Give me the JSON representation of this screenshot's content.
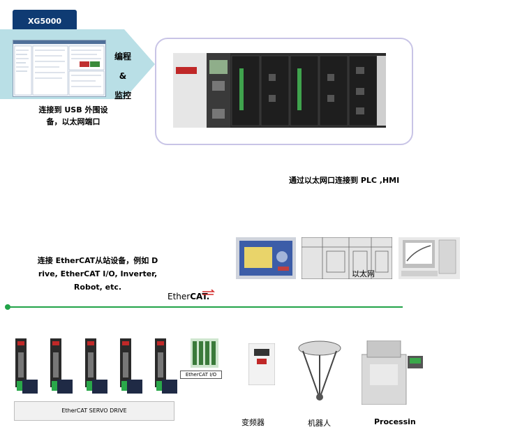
{
  "software": {
    "name": "XG5000"
  },
  "labels": {
    "programming": [
      "编程",
      "&",
      "监控"
    ],
    "usb_line1": "连接到 USB  外围设",
    "usb_line2": "备，以太网端口",
    "ethernet_connect": "通过以太网口连接到 PLC ,HMI",
    "ethercat_slaves_line1": "连接 EtherCAT从站设备，例如 D",
    "ethercat_slaves_line2": "rive, EtherCAT I/O, Inverter,",
    "ethercat_slaves_line3": "Robot, etc.",
    "ethernet_cn": "以太网",
    "ethercat_logo_prefix": "Ether",
    "ethercat_logo_suffix": "CAT.",
    "ethercat_io": "EtherCAT I/O",
    "servo_drive": "EtherCAT SERVO DRIVE",
    "inverter": "变频器",
    "robot": "机器人",
    "processing": "Processin"
  },
  "colors": {
    "badge": "#0f3b73",
    "arrow": "#b9dfe6",
    "frame": "#c8c4e6",
    "bus": "#21a348"
  },
  "icons": [
    "plc-rack",
    "hmi-panel",
    "plc-cabinet",
    "pc-workstation",
    "servo-drive",
    "servo-motor",
    "io-module",
    "inverter",
    "delta-robot",
    "processing-machine"
  ]
}
